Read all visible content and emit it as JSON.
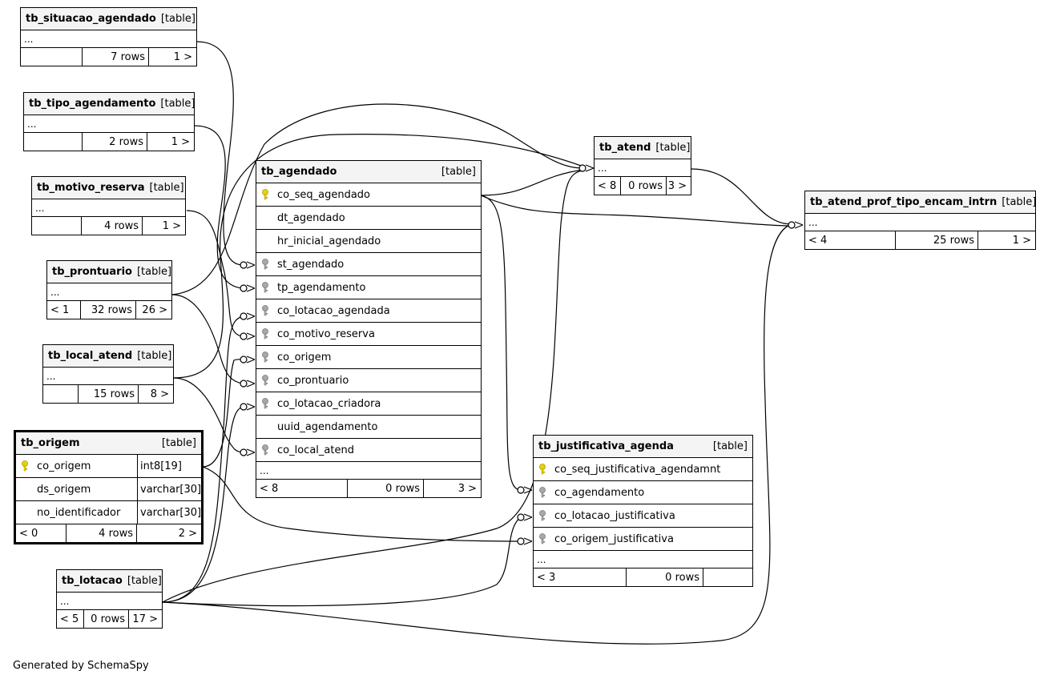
{
  "tables": {
    "tb_situacao_agendado": {
      "name": "tb_situacao_agendado",
      "tag": "[table]",
      "dots": "...",
      "parents": "",
      "rows": "7 rows",
      "children": "1 >"
    },
    "tb_tipo_agendamento": {
      "name": "tb_tipo_agendamento",
      "tag": "[table]",
      "dots": "...",
      "parents": "",
      "rows": "2 rows",
      "children": "1 >"
    },
    "tb_motivo_reserva": {
      "name": "tb_motivo_reserva",
      "tag": "[table]",
      "dots": "...",
      "parents": "",
      "rows": "4 rows",
      "children": "1 >"
    },
    "tb_prontuario": {
      "name": "tb_prontuario",
      "tag": "[table]",
      "dots": "...",
      "parents": "< 1",
      "rows": "32 rows",
      "children": "26 >"
    },
    "tb_local_atend": {
      "name": "tb_local_atend",
      "tag": "[table]",
      "dots": "...",
      "parents": "",
      "rows": "15 rows",
      "children": "8 >"
    },
    "tb_origem": {
      "name": "tb_origem",
      "tag": "[table]",
      "columns": [
        {
          "name": "co_origem",
          "type": "int8[19]",
          "key": "primary"
        },
        {
          "name": "ds_origem",
          "type": "varchar[30]",
          "key": ""
        },
        {
          "name": "no_identificador",
          "type": "varchar[30]",
          "key": ""
        }
      ],
      "parents": "< 0",
      "rows": "4 rows",
      "children": "2 >"
    },
    "tb_lotacao": {
      "name": "tb_lotacao",
      "tag": "[table]",
      "dots": "...",
      "parents": "< 5",
      "rows": "0 rows",
      "children": "17 >"
    },
    "tb_agendado": {
      "name": "tb_agendado",
      "tag": "[table]",
      "columns": [
        {
          "name": "co_seq_agendado",
          "key": "primary"
        },
        {
          "name": "dt_agendado",
          "key": ""
        },
        {
          "name": "hr_inicial_agendado",
          "key": ""
        },
        {
          "name": "st_agendado",
          "key": "foreign"
        },
        {
          "name": "tp_agendamento",
          "key": "foreign"
        },
        {
          "name": "co_lotacao_agendada",
          "key": "foreign"
        },
        {
          "name": "co_motivo_reserva",
          "key": "foreign"
        },
        {
          "name": "co_origem",
          "key": "foreign"
        },
        {
          "name": "co_prontuario",
          "key": "foreign"
        },
        {
          "name": "co_lotacao_criadora",
          "key": "foreign"
        },
        {
          "name": "uuid_agendamento",
          "key": ""
        },
        {
          "name": "co_local_atend",
          "key": "foreign"
        }
      ],
      "dots": "...",
      "parents": "< 8",
      "rows": "0 rows",
      "children": "3 >"
    },
    "tb_atend": {
      "name": "tb_atend",
      "tag": "[table]",
      "dots": "...",
      "parents": "< 8",
      "rows": "0 rows",
      "children": "3 >"
    },
    "tb_atend_prof_tipo_encam_intrn": {
      "name": "tb_atend_prof_tipo_encam_intrn",
      "tag": "[table]",
      "dots": "...",
      "parents": "< 4",
      "rows": "25 rows",
      "children": "1 >"
    },
    "tb_justificativa_agenda": {
      "name": "tb_justificativa_agenda",
      "tag": "[table]",
      "columns": [
        {
          "name": "co_seq_justificativa_agendamnt",
          "key": "primary"
        },
        {
          "name": "co_agendamento",
          "key": "foreign"
        },
        {
          "name": "co_lotacao_justificativa",
          "key": "foreign"
        },
        {
          "name": "co_origem_justificativa",
          "key": "foreign"
        }
      ],
      "dots": "...",
      "parents": "< 3",
      "rows": "0 rows",
      "children": ""
    }
  },
  "footer": "Generated by SchemaSpy",
  "colors": {
    "primary_key": "#e8d300",
    "foreign_key": "#a8a8a8",
    "header_bg": "#f4f4f4"
  }
}
